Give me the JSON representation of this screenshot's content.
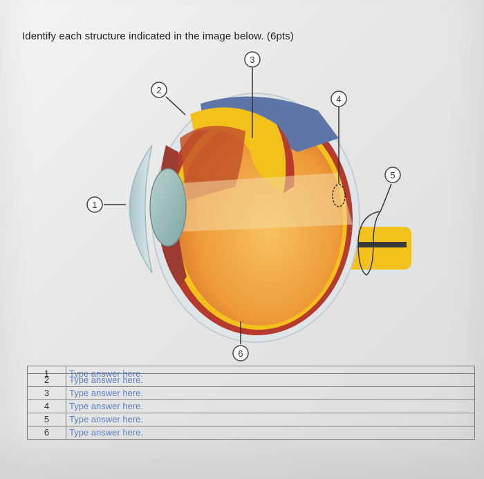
{
  "question": "Identify each structure indicated in the image below. (6pts)",
  "callouts": [
    "1",
    "2",
    "3",
    "4",
    "5",
    "6"
  ],
  "answers": [
    {
      "number": "1",
      "placeholder": "Type answer here."
    },
    {
      "number": "2",
      "placeholder": "Type answer here."
    },
    {
      "number": "3",
      "placeholder": "Type answer here."
    },
    {
      "number": "4",
      "placeholder": "Type answer here."
    },
    {
      "number": "5",
      "placeholder": "Type answer here."
    },
    {
      "number": "6",
      "placeholder": "Type answer here."
    }
  ],
  "colors": {
    "answer_text": "#5b7fc4",
    "sclera": "#dfe6ea",
    "retina": "#f2c21b",
    "vitreous": "#f0a640",
    "choroid": "#b83a2d"
  }
}
